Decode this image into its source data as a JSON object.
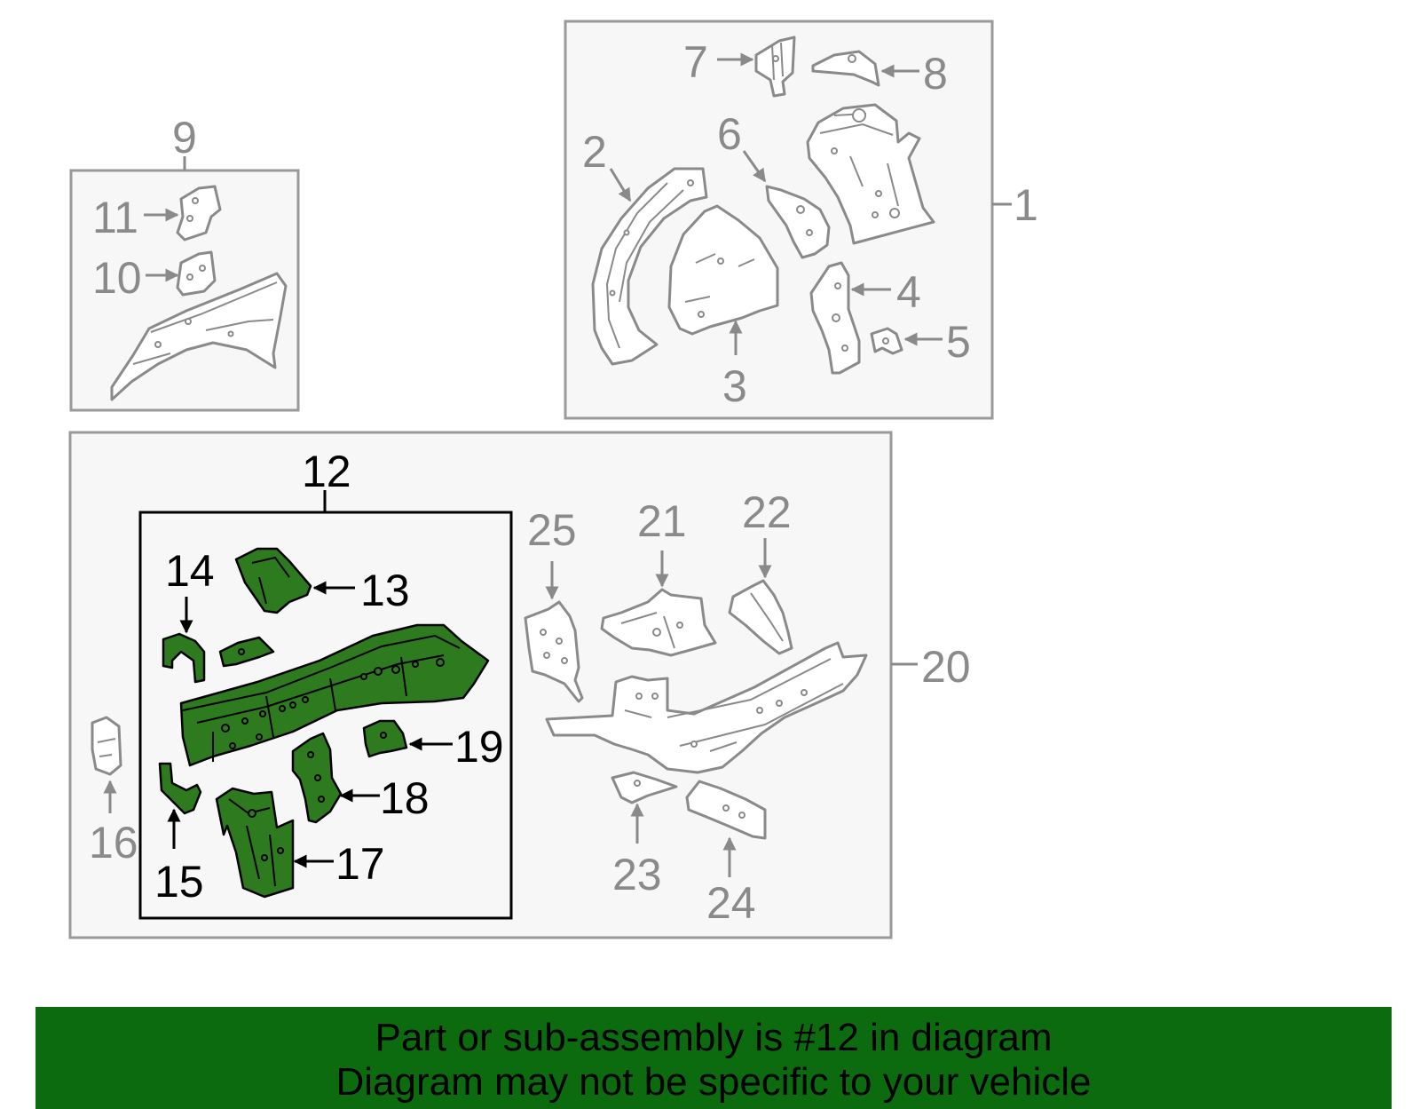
{
  "callouts": {
    "c1": "1",
    "c2": "2",
    "c3": "3",
    "c4": "4",
    "c5": "5",
    "c6": "6",
    "c7": "7",
    "c8": "8",
    "c9": "9",
    "c10": "10",
    "c11": "11",
    "c12": "12",
    "c13": "13",
    "c14": "14",
    "c15": "15",
    "c16": "16",
    "c17": "17",
    "c18": "18",
    "c19": "19",
    "c20": "20",
    "c21": "21",
    "c22": "22",
    "c23": "23",
    "c24": "24",
    "c25": "25"
  },
  "highlight": {
    "part_number": "12",
    "color": "#2d7a1f"
  },
  "banner": {
    "line1": "Part or sub-assembly is #12 in diagram",
    "line2": "Diagram may not be specific to your vehicle",
    "background": "#0d6b0f"
  }
}
